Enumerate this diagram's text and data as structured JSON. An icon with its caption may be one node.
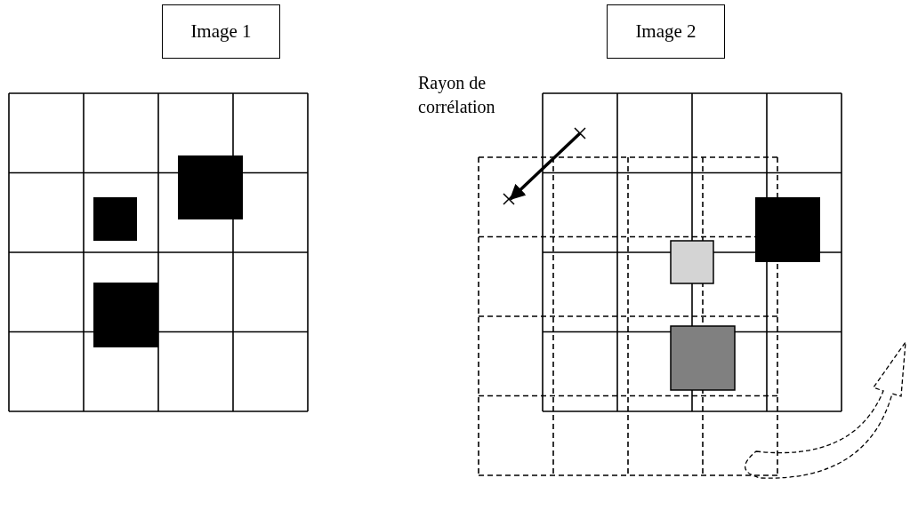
{
  "diagram": {
    "nodes": [
      {
        "text": [
          "Image 1"
        ]
      },
      {
        "text": [
          "Image 2"
        ]
      }
    ],
    "labels": [
      "Rayon de corrélation"
    ]
  }
}
